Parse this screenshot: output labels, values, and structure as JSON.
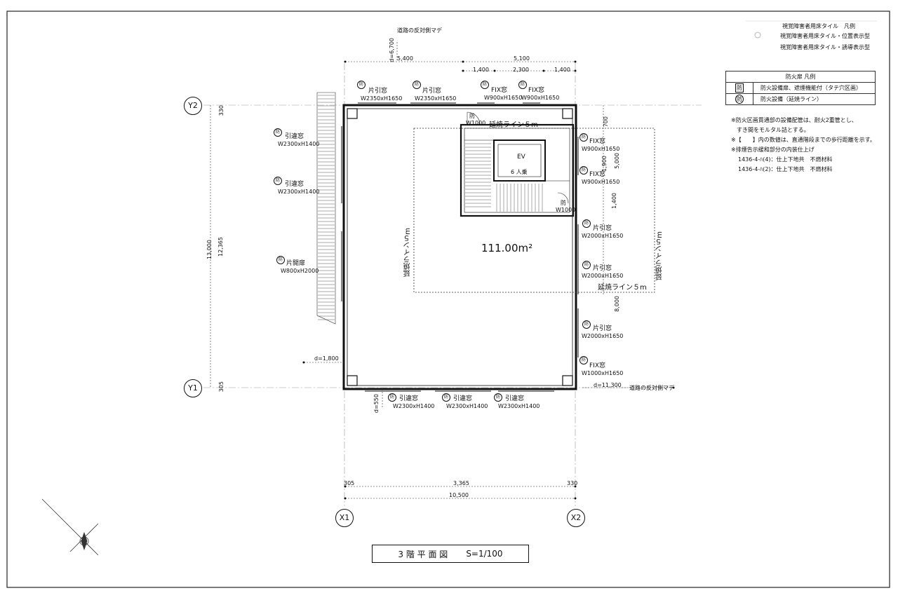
{
  "drawing": {
    "title": "3 階 平 面 図",
    "scale": "S=1/100",
    "area": "111.00m²"
  },
  "legend_tile": {
    "heading": "視覚障害者用床タイル　凡例",
    "items": [
      "視覚障害者用床タイル・位置表示型",
      "視覚障害者用床タイル・誘導表示型"
    ]
  },
  "legend_fire": {
    "heading": "防火扉 凡例",
    "rows": [
      {
        "symbol": "防",
        "text": "防火設備扉、遮煙機能付（タテ穴区画）"
      },
      {
        "symbol": "防",
        "text": "防火設備（延焼ライン）"
      }
    ]
  },
  "notes": [
    "※防火区画貫通部の設備配管は、耐火2重管とし、",
    "すき間をモルタル詰とする。",
    "※【　　】内の数値は、直通階段までの歩行距離を示す。",
    "※排煙告示緩和部分の内装仕上げ",
    "1436-4-ﾊ(4)：仕上下地共　不燃材料",
    "1436-4-ﾊ(2)：仕上下地共　不燃材料"
  ],
  "grid": {
    "y2": "Y2",
    "y1": "Y1",
    "x1": "X1",
    "x2": "X2"
  },
  "fire_symbol": "防",
  "windows": {
    "top1": {
      "name": "片引窓",
      "size": "W2350xH1650"
    },
    "top2": {
      "name": "片引窓",
      "size": "W2350xH1650"
    },
    "top3": {
      "name": "FIX窓",
      "size": "W900xH1650"
    },
    "top4": {
      "name": "FIX窓",
      "size": "W900xH1650"
    },
    "left1": {
      "name": "引違窓",
      "size": "W2300xH1400"
    },
    "left2": {
      "name": "引違窓",
      "size": "W2300xH1400"
    },
    "left3": {
      "name": "片開扉",
      "size": "W800xH2000"
    },
    "right1": {
      "name": "FIX窓",
      "size": "W900xH1650"
    },
    "right2": {
      "name": "FIX窓",
      "size": "W900xH1650"
    },
    "right3": {
      "name": "片引窓",
      "size": "W2000xH1650"
    },
    "right4": {
      "name": "片引窓",
      "size": "W2000xH1650"
    },
    "right5": {
      "name": "片引窓",
      "size": "W2000xH1650"
    },
    "right6": {
      "name": "FIX窓",
      "size": "W1000xH1650"
    },
    "bot1": {
      "name": "引違窓",
      "size": "W2300xH1400"
    },
    "bot2": {
      "name": "引違窓",
      "size": "W2300xH1400"
    },
    "bot3": {
      "name": "引違窓",
      "size": "W2300xH1400"
    }
  },
  "doors": {
    "d1": {
      "mark": "防",
      "size": "W1000"
    },
    "d2": {
      "mark": "防",
      "size": "W1000"
    }
  },
  "ev": {
    "label": "EV",
    "capacity": "6 人乗"
  },
  "fire_lines": {
    "top": "延焼ライン５m",
    "left": "延焼ライン５m",
    "right": "延焼ライン５m",
    "bottom": "延焼ライン５m"
  },
  "dims": {
    "road_top": "道路の反対側マデ",
    "d_top": "d=6,700",
    "top_a": "5,400",
    "top_b": "5,100",
    "top_c": "1,400",
    "top_d": "2,300",
    "top_e": "1,400",
    "r_700": "700",
    "r_1900": "1,900",
    "r_5000": "5,000",
    "r_1400": "1,400",
    "r_8000": "8,000",
    "l_13000": "13,000",
    "l_12365": "12,365",
    "y2_off": "330",
    "y1_off": "305",
    "d_left": "d=1,800",
    "d_right": "d=11,300",
    "road_right": "道路の反対側マデ",
    "d_bottom": "d=550",
    "b_305": "305",
    "b_3365": "3,365",
    "b_330": "330",
    "b_10500": "10,500"
  }
}
